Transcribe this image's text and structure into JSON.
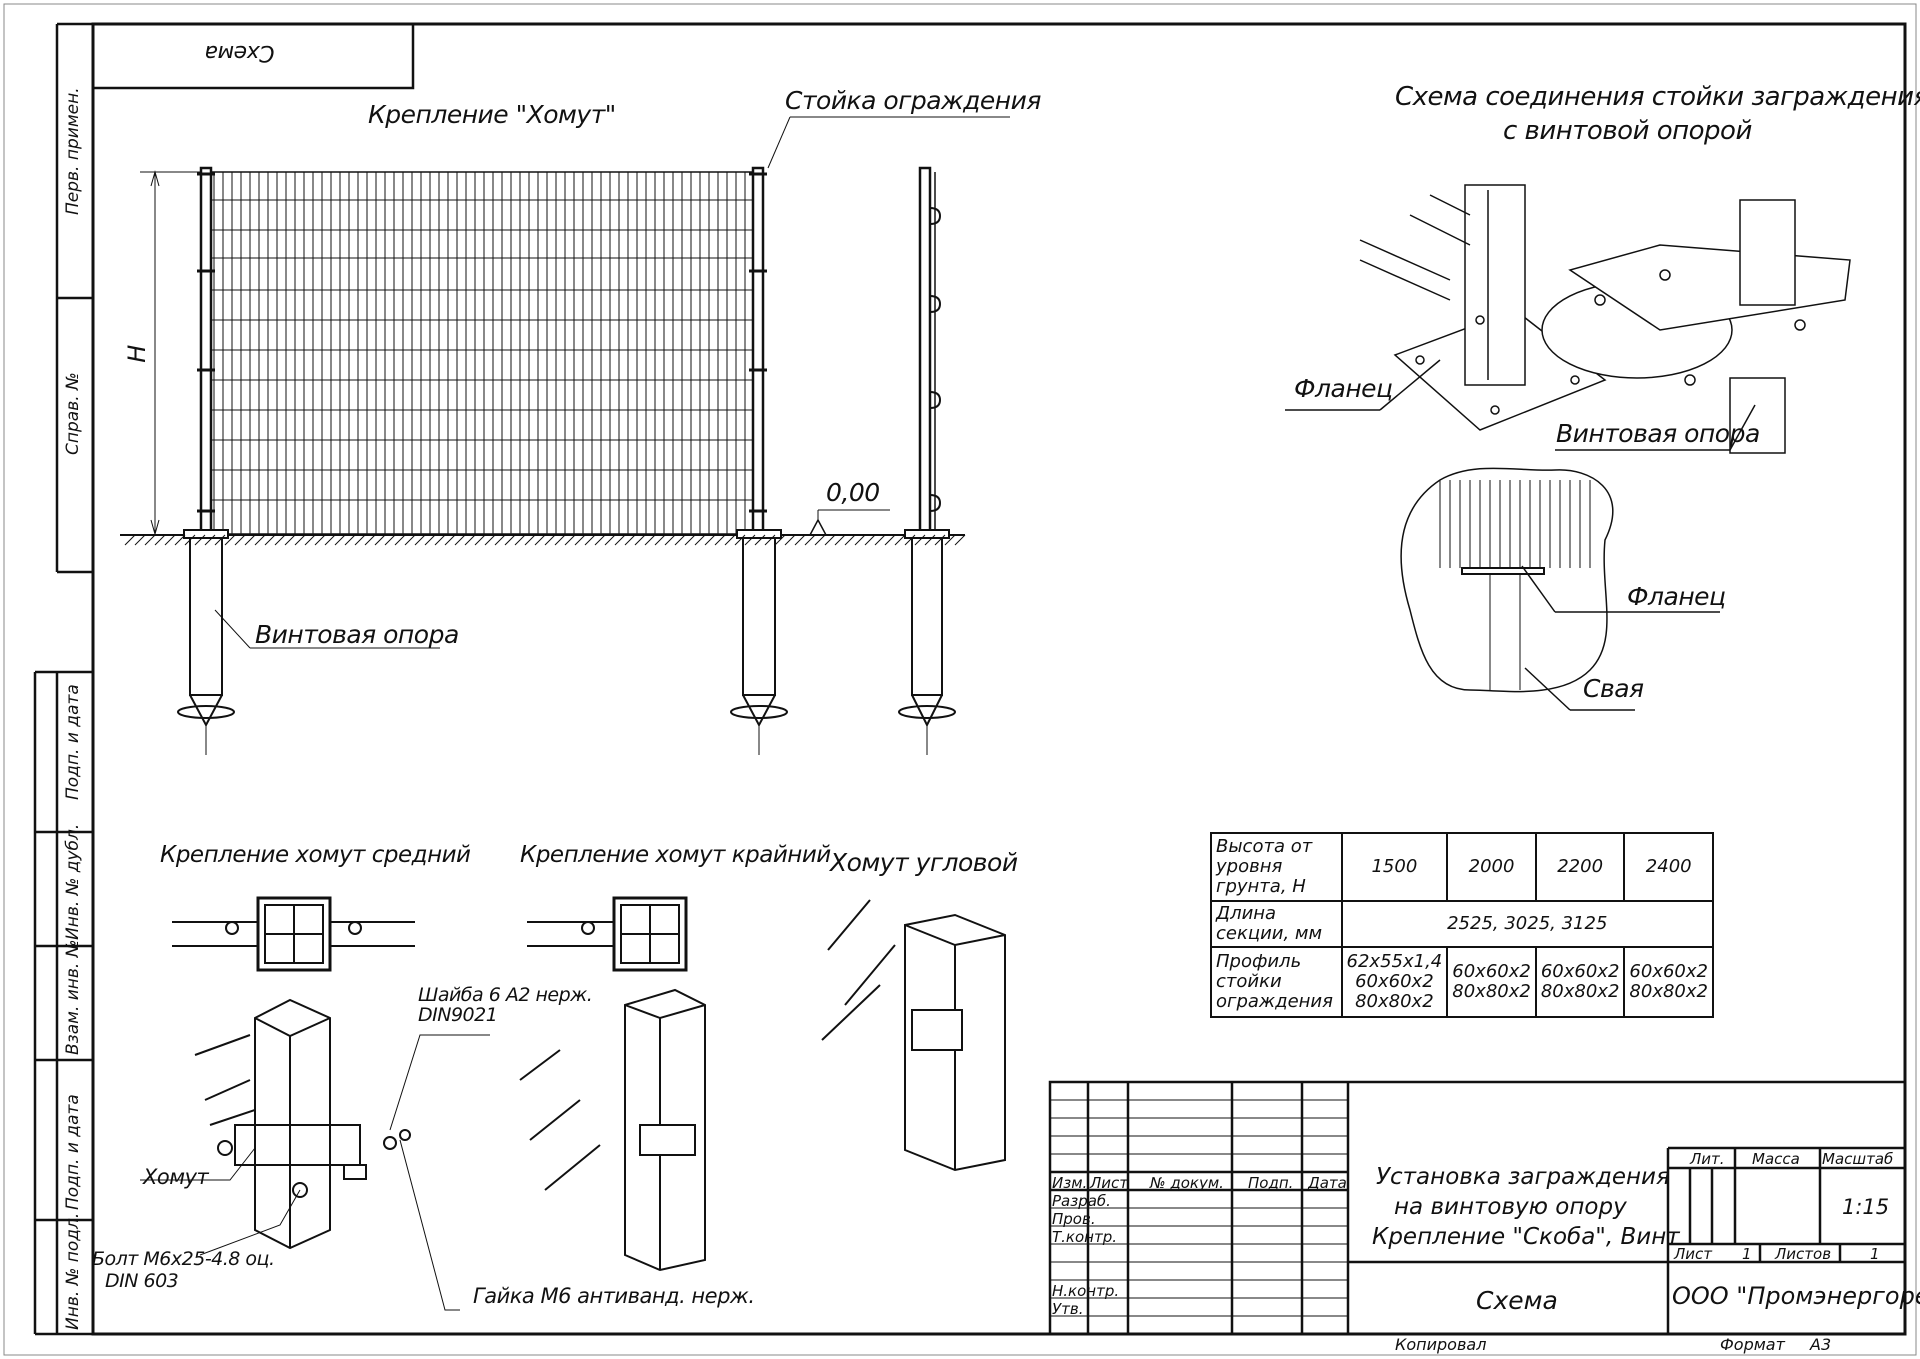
{
  "sheet": {
    "corner_stamp": "Схема",
    "copied": "Копировал",
    "format_label": "Формат",
    "format_value": "А3"
  },
  "side_strip": {
    "perv_primen": "Перв. примен.",
    "sprav": "Справ. №",
    "podp_data_top": "Подп. и дата",
    "inv_dubl": "Инв. № дубл.",
    "vzam_inv": "Взам. инв. №",
    "podp_data_bottom": "Подп. и дата",
    "inv_podl": "Инв. № подл."
  },
  "labels": {
    "khomut_mount": "Крепление \"Хомут\"",
    "fence_post": "Стойка ограждения",
    "height_H": "H",
    "level_zero": "0,00",
    "screw_pile_1": "Винтовая опора",
    "connection_title_1": "Схема соединения стойки заграждения",
    "connection_title_2": "с винтовой опорой",
    "flange_1": "Фланец",
    "screw_pile_2": "Винтовая опора",
    "flange_2": "Фланец",
    "pile": "Свая",
    "clamp_middle": "Крепление хомут средний",
    "clamp_edge": "Крепление хомут крайний",
    "clamp_corner": "Хомут угловой",
    "washer_1": "Шайба 6 А2 нерж.",
    "washer_2": "DIN9021",
    "clamp": "Хомут",
    "bolt_1": "Болт М6х25-4.8 оц.",
    "bolt_2": "DIN 603",
    "nut": "Гайка М6 антиванд. нерж."
  },
  "spec_table": {
    "row1_header": "Высота от уровня грунта, H",
    "heights": [
      "1500",
      "2000",
      "2200",
      "2400"
    ],
    "row2_header": "Длина секции, мм",
    "lengths": "2525, 3025, 3125",
    "row3_header": "Профиль стойки ограждения",
    "profiles": [
      [
        "62х55х1,4",
        "60х60х2",
        "80х80х2"
      ],
      [
        "60х60х2",
        "80х80х2"
      ],
      [
        "60х60х2",
        "80х80х2"
      ],
      [
        "60х60х2",
        "80х80х2"
      ]
    ]
  },
  "title_block": {
    "col_izm": "Изм.",
    "col_list": "Лист",
    "col_doc": "№ докум.",
    "col_podp": "Подп.",
    "col_data": "Дата",
    "razrab": "Разраб.",
    "prov": "Пров.",
    "tkontr": "Т.контр.",
    "nkontr": "Н.контр.",
    "utv": "Утв.",
    "title_1": "Установка заграждения",
    "title_2": "на винтовую опору",
    "title_3": "Крепление \"Скоба\", Винт",
    "doc_type": "Схема",
    "lit": "Лит.",
    "massa": "Масса",
    "masshtab": "Масштаб",
    "scale": "1:15",
    "list_label": "Лист",
    "list_num": "1",
    "listov_label": "Листов",
    "listov_num": "1",
    "org": "ООО \"Промэнергоресурс\""
  }
}
